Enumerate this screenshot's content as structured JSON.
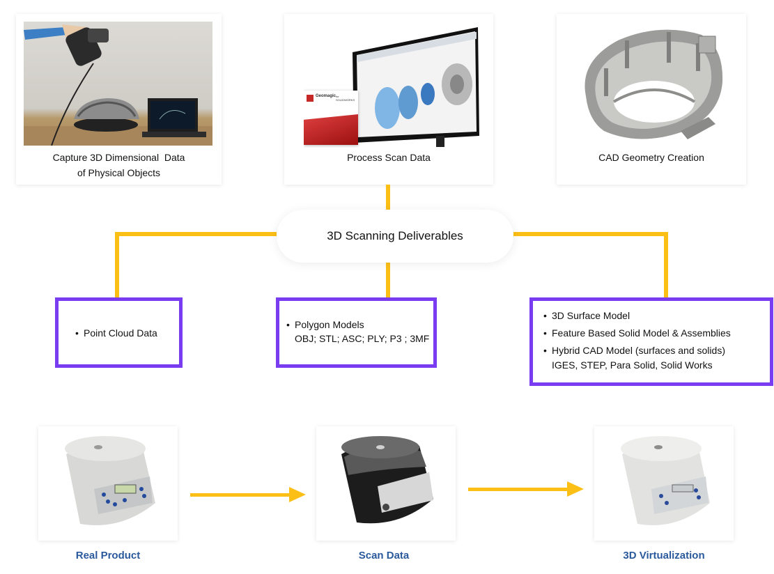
{
  "top_cards": [
    {
      "caption_line1": "Capture 3D Dimensional  Data",
      "caption_line2": "of Physical Objects"
    },
    {
      "caption_line1": "Process Scan Data"
    },
    {
      "caption_line1": "CAD Geometry Creation"
    }
  ],
  "hub": {
    "label": "3D Scanning Deliverables"
  },
  "software_splash": {
    "brand": "Geomagic",
    "product": "for SOLIDWORKS"
  },
  "deliverables": [
    {
      "items": [
        {
          "label": "Point Cloud Data"
        }
      ]
    },
    {
      "items": [
        {
          "label": "Polygon Models",
          "sub": "OBJ; STL; ASC; PLY; P3 ; 3MF"
        }
      ]
    },
    {
      "items": [
        {
          "label": "3D Surface Model"
        },
        {
          "label": "Feature Based Solid Model & Assemblies"
        },
        {
          "label": "Hybrid CAD Model (surfaces and solids)",
          "sub": "IGES, STEP, Para Solid, Solid Works"
        }
      ]
    }
  ],
  "products": [
    {
      "label": "Real Product"
    },
    {
      "label": "Scan Data"
    },
    {
      "label": "3D Virtualization"
    }
  ],
  "colors": {
    "accent": "#fbbf16",
    "box_border": "#7a3cf0",
    "product_label": "#2a5a9c"
  }
}
